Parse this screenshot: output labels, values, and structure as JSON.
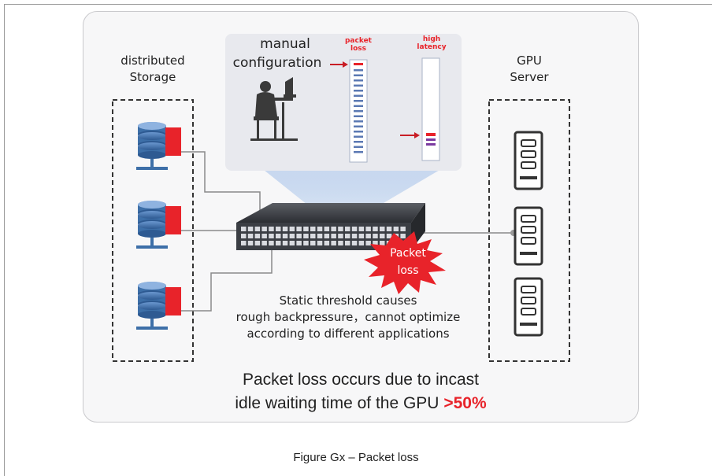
{
  "storage": {
    "label_line1": "distributed",
    "label_line2": "Storage"
  },
  "gpu": {
    "label_line1": "GPU",
    "label_line2": "Server"
  },
  "config": {
    "label_line1": "manual",
    "label_line2": "configuration"
  },
  "meters": {
    "packet_loss_line1": "packet",
    "packet_loss_line2": "loss",
    "high_latency_line1": "high",
    "high_latency_line2": "latency"
  },
  "burst": {
    "line1": "Packet",
    "line2": "loss"
  },
  "note": {
    "line1": "Static threshold causes",
    "line2": "rough backpressure，cannot optimize",
    "line3": "according to different applications"
  },
  "headline": {
    "line1": "Packet loss occurs due to incast",
    "line2": "idle waiting time of the GPU",
    "highlight": ">50%"
  },
  "caption": "Figure Gx – Packet loss",
  "colors": {
    "accent_red": "#e8232a",
    "dark_red": "#c81d25",
    "db_blue": "#3d6fa8",
    "dash": "#333333"
  }
}
